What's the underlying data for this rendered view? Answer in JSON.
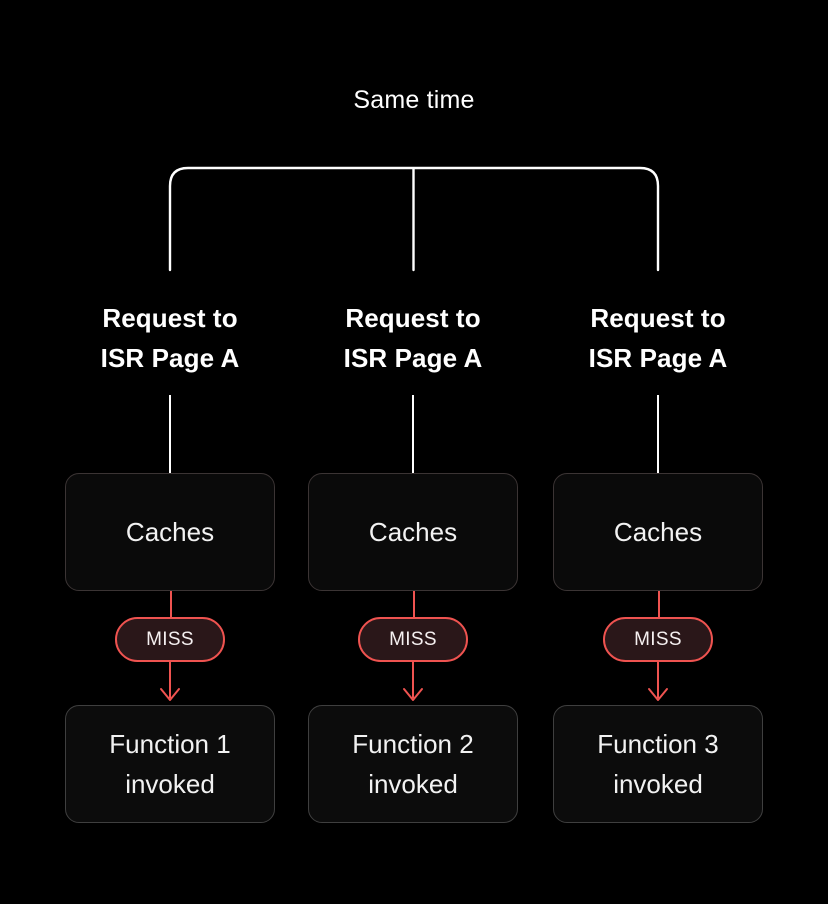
{
  "diagram": {
    "title": "Same time",
    "background_color": "#000000",
    "accent_color": "#ef5350",
    "badge_fill_color": "#2a1719",
    "box_border_color": "#3b3434",
    "text_color": "#ffffff",
    "columns": [
      {
        "request_label_line1": "Request to",
        "request_label_line2": "ISR Page A",
        "cache_label": "Caches",
        "badge_label": "MISS",
        "function_line1": "Function 1",
        "function_line2": "invoked"
      },
      {
        "request_label_line1": "Request to",
        "request_label_line2": "ISR Page A",
        "cache_label": "Caches",
        "badge_label": "MISS",
        "function_line1": "Function 2",
        "function_line2": "invoked"
      },
      {
        "request_label_line1": "Request to",
        "request_label_line2": "ISR Page A",
        "cache_label": "Caches",
        "badge_label": "MISS",
        "function_line1": "Function 3",
        "function_line2": "invoked"
      }
    ]
  }
}
